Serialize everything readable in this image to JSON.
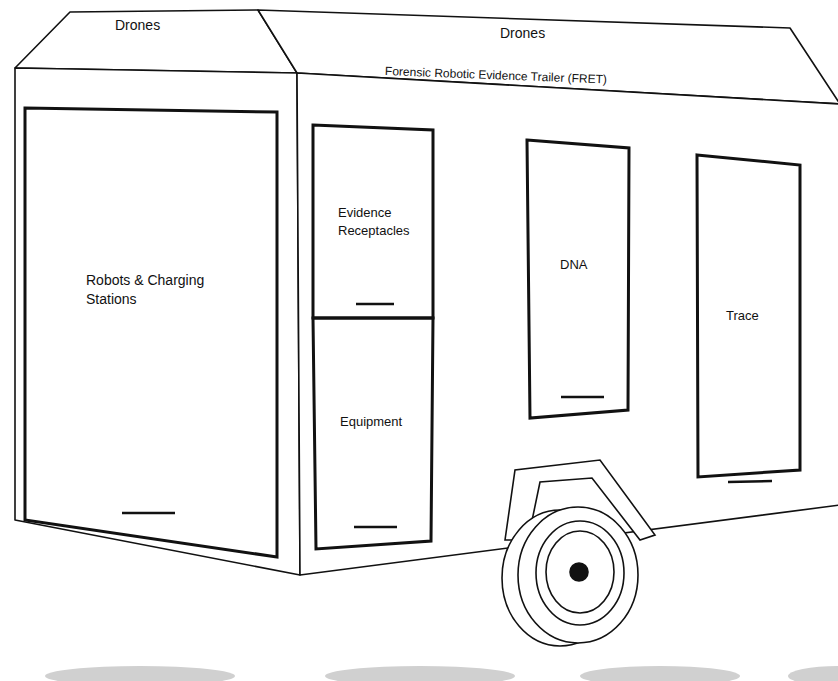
{
  "diagram": {
    "nodes": [
      {
        "text": [
          "Drones"
        ]
      },
      {
        "text": [
          "Drones"
        ]
      },
      {
        "text": [
          "Robots & Charging Stations"
        ]
      },
      {
        "text": [
          "Evidence Receptacles"
        ]
      },
      {
        "text": [
          "Equipment"
        ]
      },
      {
        "text": [
          "DNA"
        ]
      },
      {
        "text": [
          "Trace"
        ]
      }
    ],
    "labels": [
      "Forensic Robotic Evidence Trailer (FRET)"
    ]
  }
}
